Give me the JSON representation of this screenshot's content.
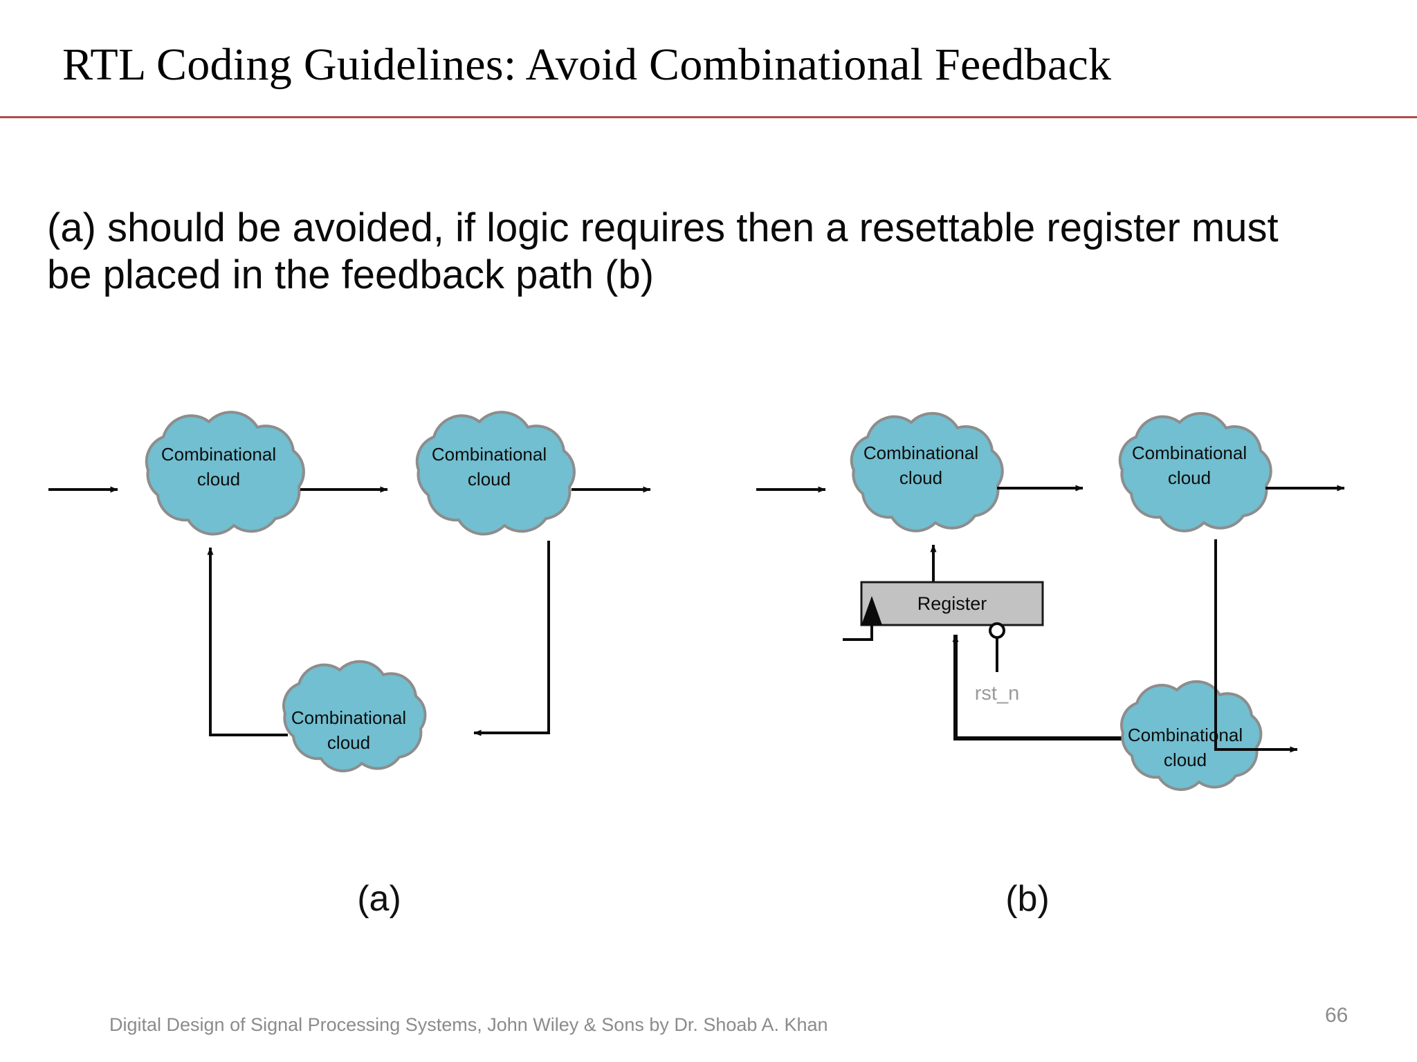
{
  "slide": {
    "title": "RTL Coding Guidelines:  Avoid Combinational Feedback",
    "body_text": "(a) should be avoided, if logic requires then a resettable register must be placed in the feedback path (b)",
    "rule_color": "#b24a48",
    "background": "#ffffff"
  },
  "figures": {
    "a": {
      "caption": "(a)",
      "clouds": [
        {
          "id": "a-cloud-top-left",
          "line1": "Combinational",
          "line2": "cloud"
        },
        {
          "id": "a-cloud-top-right",
          "line1": "Combinational",
          "line2": "cloud"
        },
        {
          "id": "a-cloud-feedback",
          "line1": "Combinational",
          "line2": "cloud"
        }
      ]
    },
    "b": {
      "caption": "(b)",
      "clouds": [
        {
          "id": "b-cloud-top-left",
          "line1": "Combinational",
          "line2": "cloud"
        },
        {
          "id": "b-cloud-top-right",
          "line1": "Combinational",
          "line2": "cloud"
        },
        {
          "id": "b-cloud-feedback",
          "line1": "Combinational",
          "line2": "cloud"
        }
      ],
      "register": {
        "label": "Register",
        "reset_label": "rst_n",
        "fill": "#c2c2c2",
        "stroke": "#1a1a1a"
      }
    }
  },
  "style": {
    "cloud_fill": "#71bfd0",
    "cloud_stroke": "#8d8d8d",
    "wire_color": "#0b0b0b",
    "reset_text_color": "#9a9a9a"
  },
  "footer": {
    "credit": "Digital Design of Signal Processing Systems, John Wiley & Sons by Dr. Shoab A. Khan",
    "page_number": "66"
  }
}
